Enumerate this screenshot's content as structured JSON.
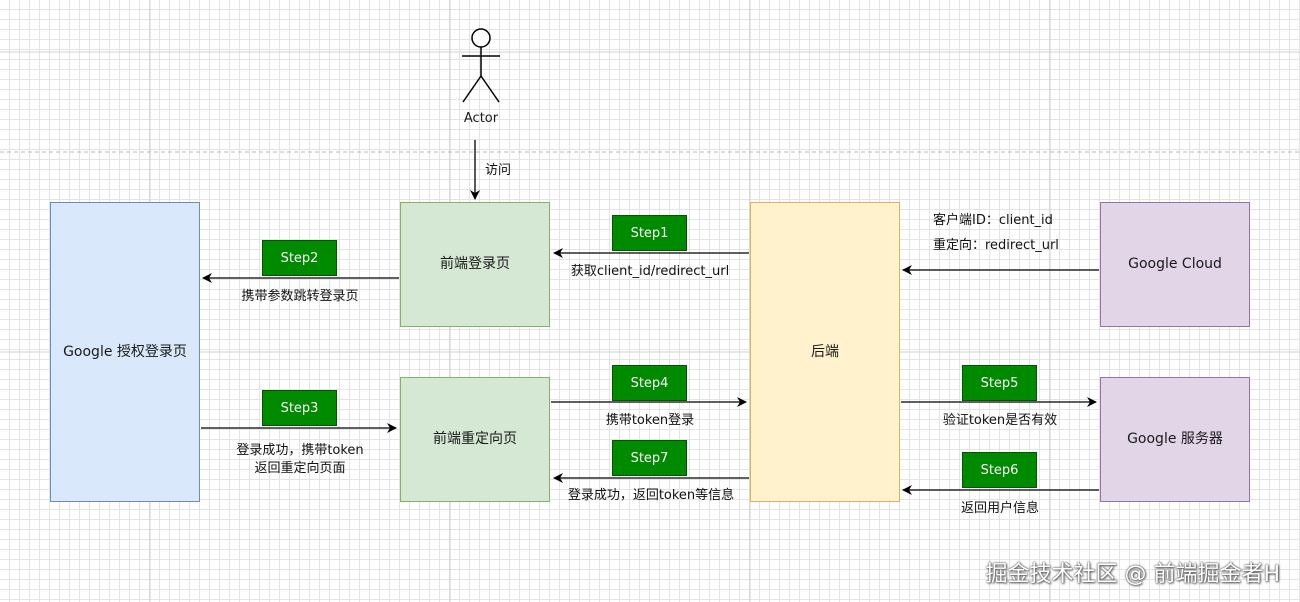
{
  "colors": {
    "green_fill": "#d5e8d4",
    "blue_fill": "#dae8fc",
    "yellow_fill": "#fff2cc",
    "purple_fill": "#e1d5e7",
    "step_fill": "#008a00"
  },
  "actor": {
    "label": "Actor",
    "icon": "person-stick-figure-icon"
  },
  "boxes": {
    "google_auth": "Google 授权登录页",
    "frontend_login": "前端登录页",
    "frontend_redirect": "前端重定向页",
    "backend": "后端",
    "google_cloud": "Google Cloud",
    "google_server": "Google 服务器"
  },
  "edges": {
    "visit": "访问",
    "step1": {
      "tag": "Step1",
      "text": "获取client_id/redirect_url"
    },
    "step2": {
      "tag": "Step2",
      "text": "携带参数跳转登录页"
    },
    "step3": {
      "tag": "Step3",
      "line1": "登录成功，携带token",
      "line2": "返回重定向页面"
    },
    "step4": {
      "tag": "Step4",
      "text": "携带token登录"
    },
    "step5": {
      "tag": "Step5",
      "text": "验证token是否有效"
    },
    "step6": {
      "tag": "Step6",
      "text": "返回用户信息"
    },
    "step7": {
      "tag": "Step7",
      "text": "登录成功，返回token等信息"
    },
    "cloud": {
      "line1": "客户端ID：client_id",
      "line2": "重定向：redirect_url"
    }
  },
  "watermark": "掘金技术社区 @ 前端掘金者H"
}
